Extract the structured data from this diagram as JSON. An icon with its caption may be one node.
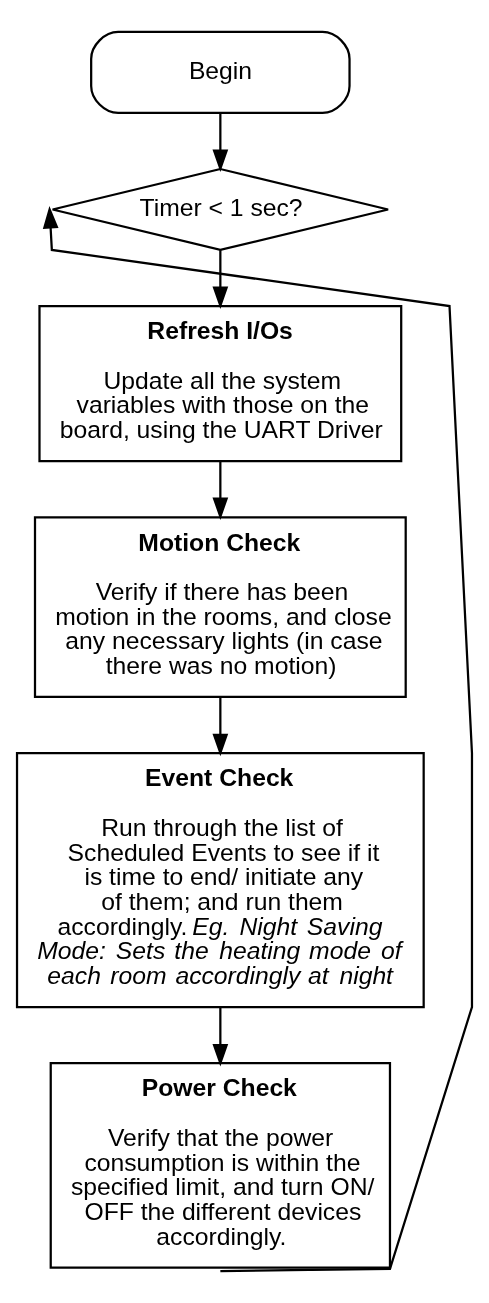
{
  "diagram": {
    "nodes": [
      {
        "text": [
          "Begin"
        ]
      },
      {
        "text": [
          "Timer < 1 sec?"
        ]
      },
      {
        "text": [
          "Refresh I/Os",
          "Update all the system variables with those on the board, using the UART Driver"
        ]
      },
      {
        "text": [
          "Motion Check",
          "Verify if there has been motion in the rooms, and close any necessary lights (in case there was no motion)"
        ]
      },
      {
        "text": [
          "Event Check",
          "Run through the list of Scheduled Events to see if it is time to end/ initiate any of them; and run them accordingly. *Eg. Night Saving Mode: Sets the heating mode of each room accordingly at night*"
        ]
      },
      {
        "text": [
          "Power Check",
          "Verify that the power consumption is within the specified limit, and turn ON/ OFF the different devices accordingly."
        ]
      }
    ],
    "edges": [
      {
        "from": 0,
        "to": 1,
        "arrow": "to"
      },
      {
        "from": 1,
        "to": 2,
        "arrow": "to"
      },
      {
        "from": 2,
        "to": 3,
        "arrow": "to"
      },
      {
        "from": 3,
        "to": 4,
        "arrow": "to"
      },
      {
        "from": 4,
        "to": 5,
        "arrow": "to"
      },
      {
        "from": 5,
        "to": 1,
        "arrow": "to"
      }
    ]
  }
}
